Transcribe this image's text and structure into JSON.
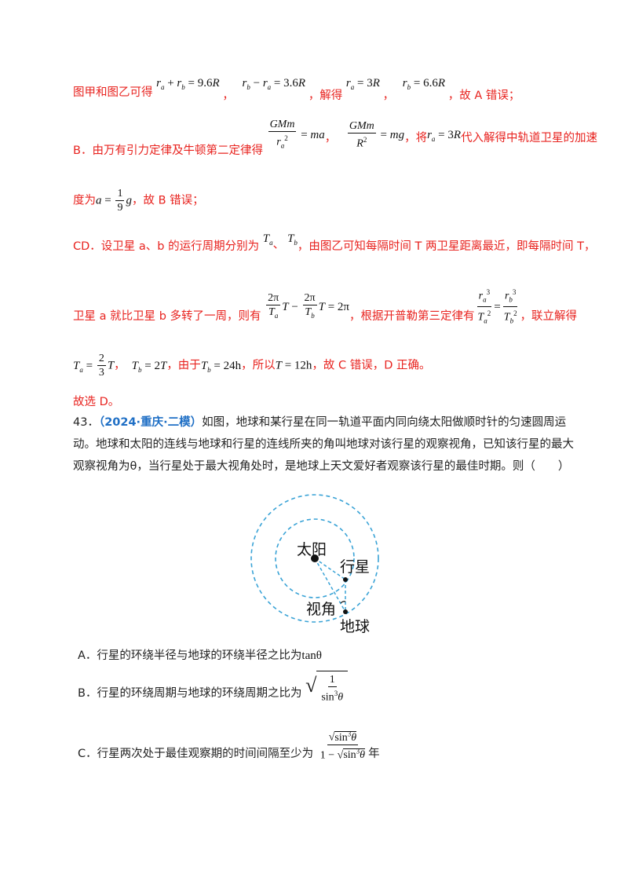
{
  "solution": {
    "line1_prefix": "图甲和图乙可得",
    "line1_eq1": "r_a + r_b = 9.6R",
    "line1_eq2": "r_b − r_a = 3.6R",
    "line1_mid": "，解得",
    "line1_eq3": "r_a = 3R",
    "line1_eq4": "r_b = 6.6R",
    "line1_suffix": "，故 A 错误；",
    "line2_prefix": "B．由万有引力定律及牛顿第二定律得",
    "line2_mid": "，将",
    "line2_suffix": "代入解得中轨道卫星的加速",
    "line3_prefix": "度为",
    "line3_suffix": "，故 B 错误；",
    "line4_prefix": "CD．设卫星 a、b 的运行周期分别为",
    "line4_suffix": "，由图乙可知每隔时间 T 两卫星距离最近，即每隔时间 T，",
    "line5_prefix": "卫星 a 就比卫星 b 多转了一周，则有",
    "line5_mid": "，根据开普勒第三定律有",
    "line5_suffix": "，联立解得",
    "line6_sep1": "，",
    "line6_mid1": "，由于",
    "line6_mid2": "，所以",
    "line6_suffix": "，故 C 错误，D 正确。",
    "line7": "故选 D。"
  },
  "question": {
    "number": "43．",
    "source": "（2024·重庆·二模）",
    "text": "如图，地球和某行星在同一轨道平面内同向绕太阳做顺时针的匀速圆周运动。地球和太阳的连线与地球和行星的连线所夹的角叫地球对该行星的观察视角，已知该行星的最大观察视角为θ，当行星处于最大视角处时，是地球上天文爱好者观察该行星的最佳时期。则（　　）"
  },
  "diagram": {
    "sun_label": "太阳",
    "planet_label": "行星",
    "angle_label": "视角",
    "earth_label": "地球",
    "orbit_color": "#3aa3d6"
  },
  "options": {
    "a": "A．行星的环绕半径与地球的环绕半径之比为",
    "a_math": "tanθ",
    "b": "B．行星的环绕周期与地球的环绕周期之比为",
    "c": "C．行星两次处于最佳观察期的时间间隔至少为",
    "c_unit": "年"
  }
}
